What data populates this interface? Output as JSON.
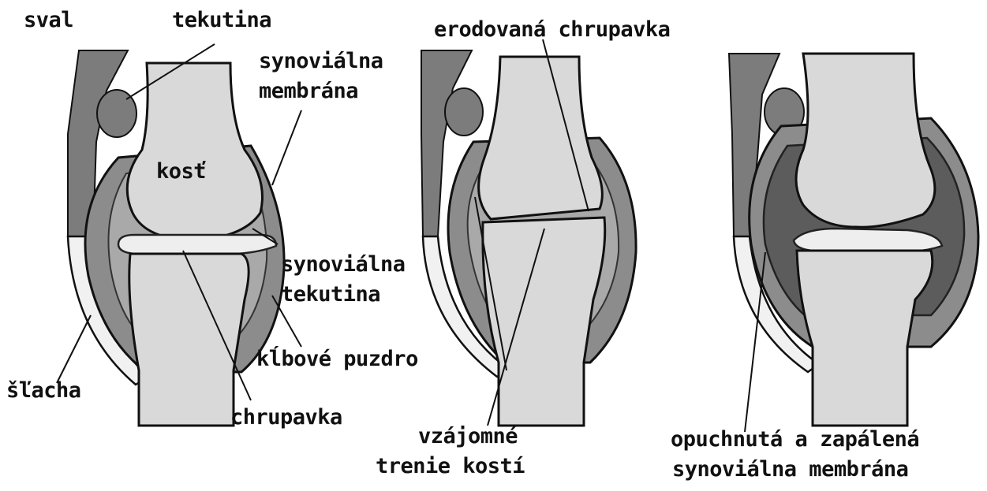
{
  "labels": {
    "sval": "sval",
    "tekutina": "tekutina",
    "synovialna_membrana_1": "synoviálna",
    "synovialna_membrana_2": "membrána",
    "kost": "kosť",
    "synovialna_tekutina_1": "synoviálna",
    "synovialna_tekutina_2": "tekutina",
    "kibove_puzdro": "kĺbové puzdro",
    "slacha": "šľacha",
    "chrupavka": "chrupavka",
    "erodovana_chrupavka": "erodovaná chrupavka",
    "vzajomne_1": "vzájomné",
    "vzajomne_2": "trenie kostí",
    "opuchnuta_1": "opuchnutá a zapálená",
    "opuchnuta_2": "synoviálna membrána"
  },
  "colors": {
    "bone": "#d9d9d9",
    "cartilage": "#eeeeee",
    "synovial_fluid": "#a9a9a9",
    "inflamed_fluid": "#5c5c5c",
    "capsule": "#8c8c8c",
    "muscle": "#7c7c7c"
  }
}
